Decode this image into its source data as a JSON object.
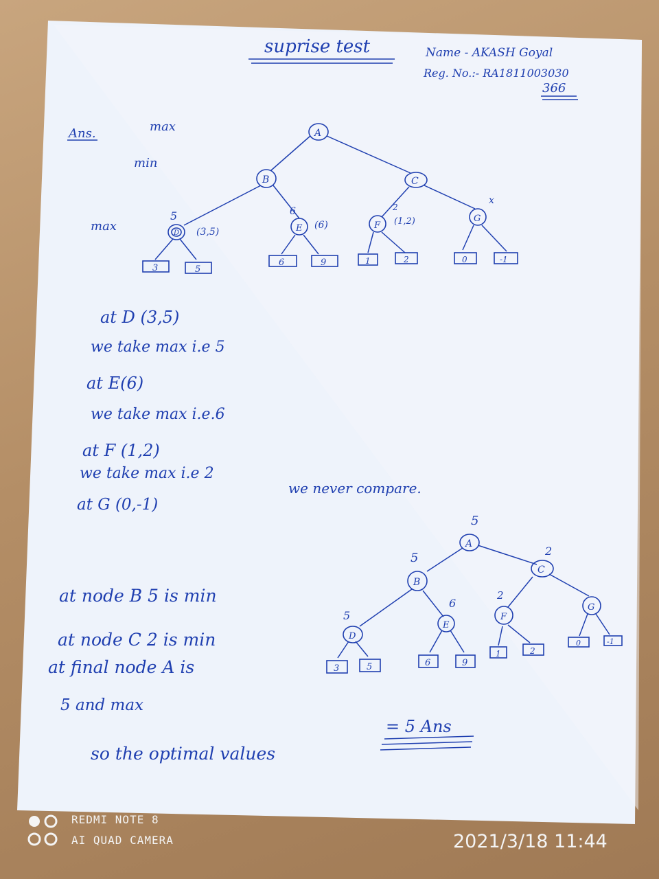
{
  "header": {
    "title": "suprise test",
    "name": "Name - AKASH Goyal",
    "reg": "Reg. No.:- RA1811003030",
    "section": "366"
  },
  "labels": {
    "ans": "Ans.",
    "max": "max",
    "min": "min",
    "max2": "max"
  },
  "tree1": {
    "nodes": {
      "A": "A",
      "B": "B",
      "C": "C",
      "D": "D",
      "E": "E",
      "F": "F",
      "G": "G"
    },
    "ann": {
      "D": "(3,5)",
      "D_val": "5",
      "E": "(6)",
      "E_val": "6",
      "F": "(1,2)",
      "F_val": "2",
      "G": "x"
    },
    "leaves": [
      "3",
      "5",
      "6",
      "9",
      "1",
      "2",
      "0",
      "-1"
    ]
  },
  "notes": [
    "at D (3,5)",
    "we take max    i.e 5",
    "at E(6)",
    "we  take   max    i.e.6",
    "at F (1,2)",
    "we take   max   i.e 2",
    "at G  (0,-1)",
    "we never compare."
  ],
  "conclusion": [
    "at node B 5 is min",
    "at node C  2  is min",
    "at final node A is",
    "5 and max"
  ],
  "final": {
    "text": "so the optimal values",
    "answer": "= 5  Ans"
  },
  "tree2": {
    "nodes": {
      "A": "A",
      "B": "B",
      "C": "C",
      "D": "D",
      "E": "E",
      "F": "F",
      "G": "G"
    },
    "vals": {
      "A": "5",
      "B": "5",
      "C": "2",
      "D": "5",
      "E": "6",
      "F": "2"
    },
    "leaves": [
      "3",
      "5",
      "6",
      "9",
      "1",
      "2",
      "0",
      "-1"
    ]
  },
  "watermark": {
    "line1": "REDMI NOTE 8",
    "line2": "AI QUAD CAMERA",
    "date": "2021/3/18  11:44"
  }
}
